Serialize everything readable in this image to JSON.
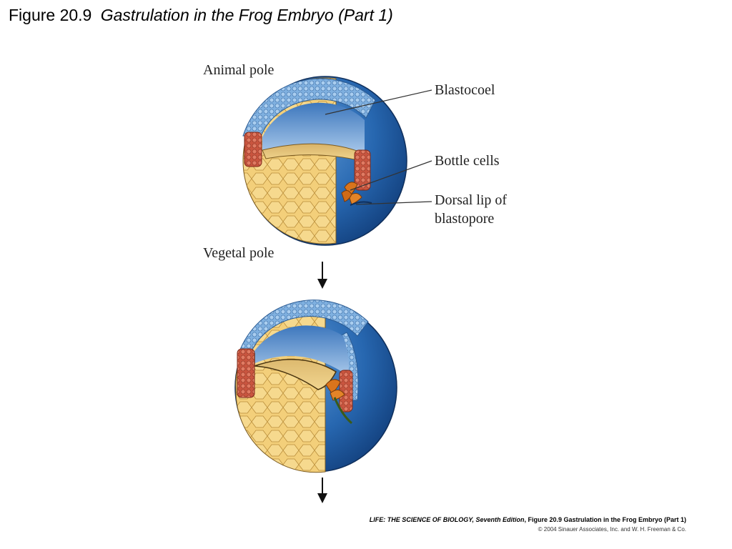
{
  "title": {
    "figure_number": "Figure 20.9",
    "caption": "Gastrulation in the Frog Embryo (Part 1)"
  },
  "labels": {
    "animal_pole": "Animal pole",
    "blastocoel": "Blastocoel",
    "bottle_cells": "Bottle cells",
    "dorsal_lip_line1": "Dorsal lip of",
    "dorsal_lip_line2": "blastopore",
    "vegetal_pole": "Vegetal pole"
  },
  "credit": {
    "book": "LIFE: THE SCIENCE OF BIOLOGY, Seventh Edition",
    "figure": ", Figure 20.9 Gastrulation in the Frog Embryo (Part 1)",
    "copyright": "© 2004 Sinauer Associates, Inc. and W. H. Freeman & Co."
  },
  "colors": {
    "ectoderm_blue": "#6a9fd6",
    "shell_blue": "#1f5fa8",
    "yolk_yellow": "#f3cf7a",
    "mesoderm_red": "#d4614a",
    "bottle_orange": "#d9741c"
  }
}
